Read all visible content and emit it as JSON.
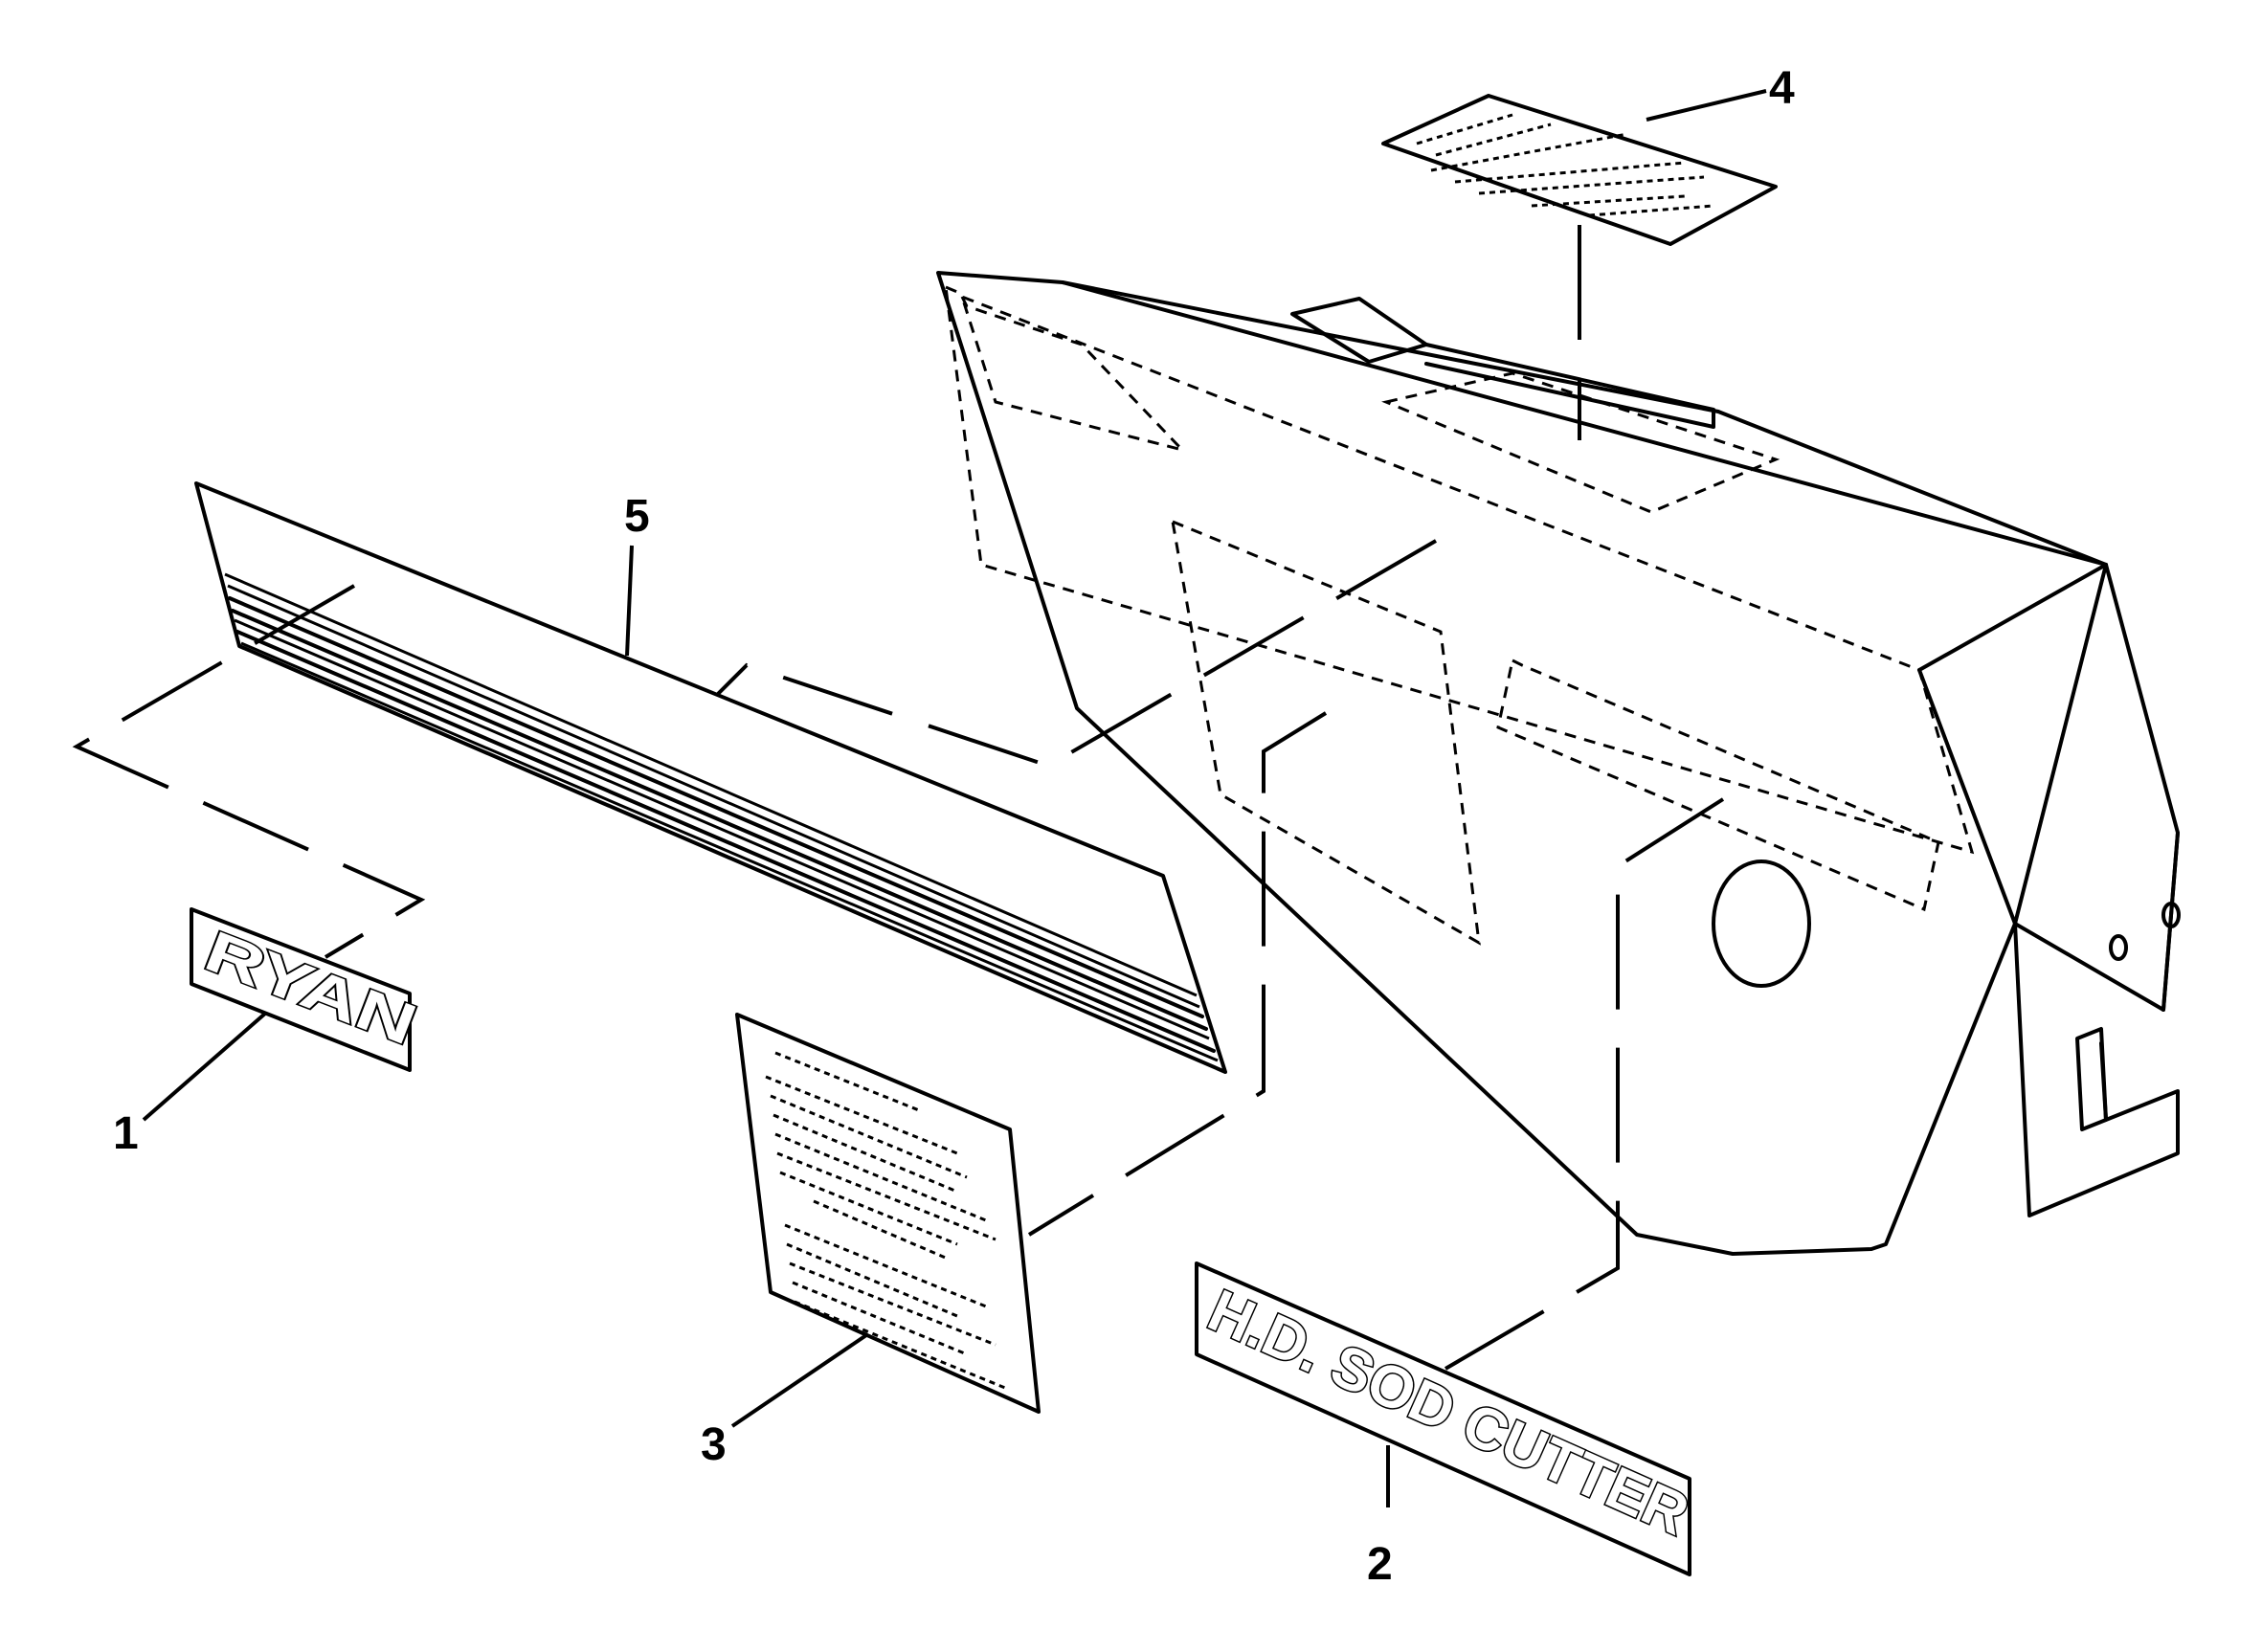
{
  "decals": {
    "ryan_label": "RYAN",
    "sod_cutter_label": "H.D. SOD CUTTER"
  },
  "callouts": [
    "1",
    "2",
    "3",
    "4",
    "5"
  ]
}
